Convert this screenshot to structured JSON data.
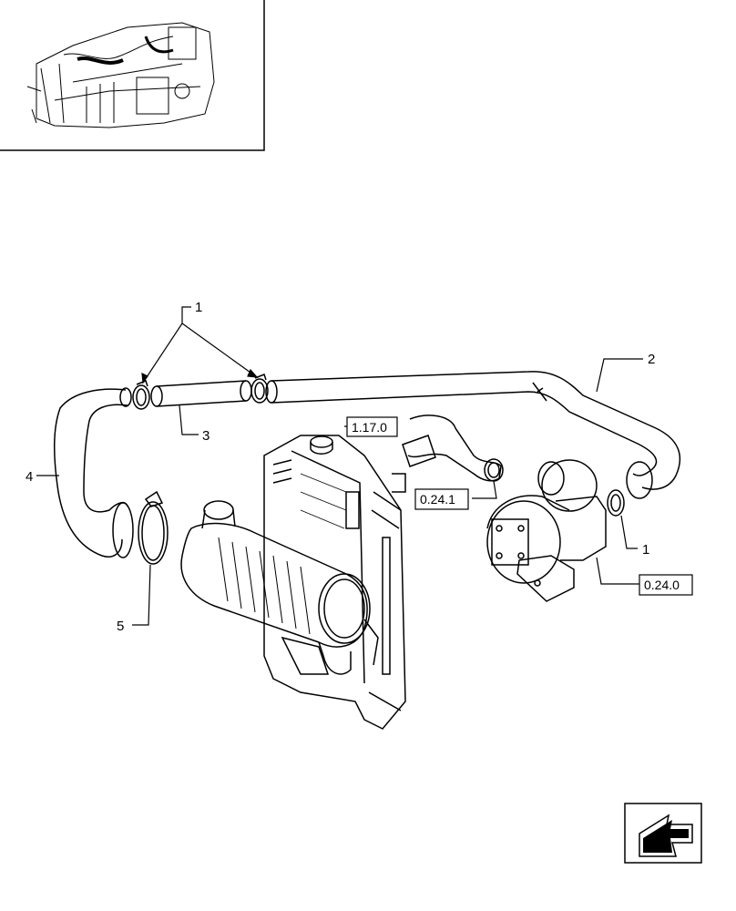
{
  "callouts": {
    "item1_top": "1",
    "item2": "2",
    "item3": "3",
    "item4": "4",
    "item5": "5",
    "item1_right": "1"
  },
  "references": {
    "ref_radiator": "1.17.0",
    "ref_elbow": "0.24.1",
    "ref_turbo": "0.24.0"
  },
  "nav": {
    "icon": "arrow-back-icon"
  }
}
